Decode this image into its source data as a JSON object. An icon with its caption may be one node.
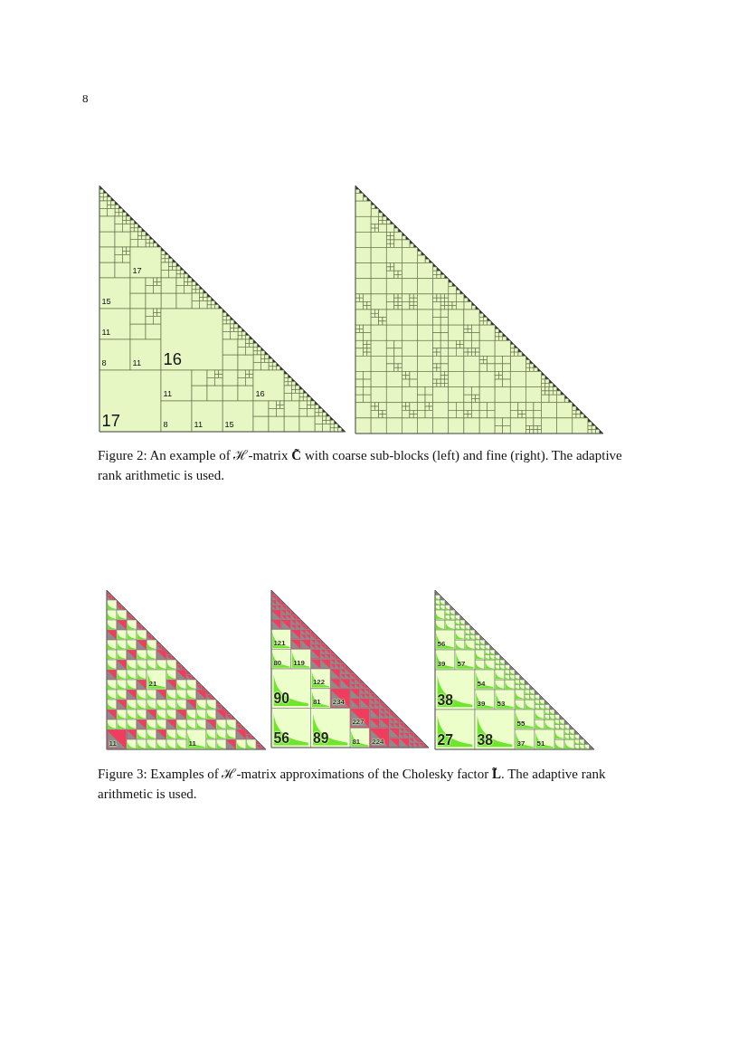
{
  "diagram": {
    "labels": [
      "8",
      "17",
      "15",
      "11",
      "8",
      "11",
      "16",
      "11",
      "16",
      "17",
      "8",
      "11",
      "15",
      "Figure 2: An example of ℋ-matrix **C̃** with coarse sub-blocks (left) and fine (right). The adaptive rank arithmetic is used.",
      "21",
      "11",
      "11",
      "121",
      "80",
      "119",
      "122",
      "90",
      "81",
      "234",
      "227",
      "56",
      "89",
      "81",
      "224",
      "56",
      "39",
      "57",
      "54",
      "38",
      "39",
      "53",
      "55",
      "27",
      "38",
      "37",
      "51",
      "Figure 3: Examples of ℋ-matrix approximations of the Cholesky factor **L̃**. The adaptive rank arithmetic is used."
    ]
  }
}
